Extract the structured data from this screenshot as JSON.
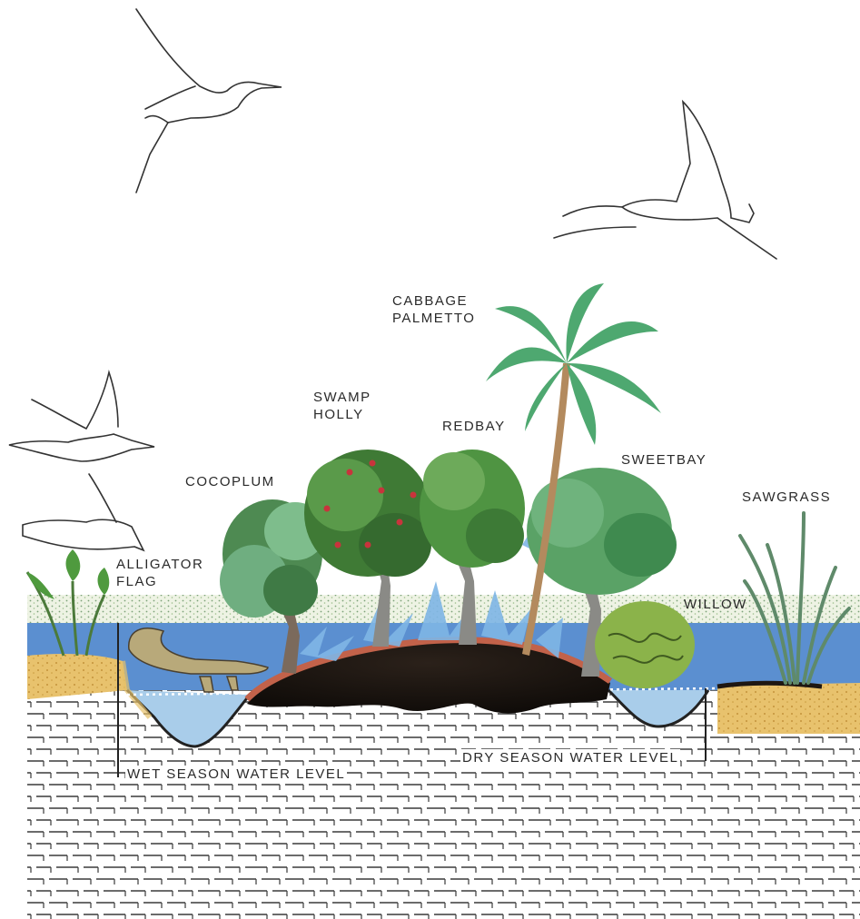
{
  "labels": {
    "cabbage_palmetto": [
      "CABBAGE",
      "PALMETTO"
    ],
    "swamp_holly": [
      "SWAMP",
      "HOLLY"
    ],
    "redbay": "REDBAY",
    "sweetbay": "SWEETBAY",
    "cocoplum": "COCOPLUM",
    "sawgrass": "SAWGRASS",
    "alligator_flag": [
      "ALLIGATOR",
      "FLAG"
    ],
    "willow": "WILLOW",
    "wet_season_water_level": "WET SEASON WATER LEVEL",
    "dry_season_water_level": "DRY SEASON WATER LEVEL"
  },
  "colors": {
    "water": "#5b8fd0",
    "water_low": "#a9cdea",
    "peat": "#1e1712",
    "soil_rim": "#c2624a",
    "marl": "#e6c06a",
    "limestone_line": "#3a3a3a",
    "foliage_dark": "#3f7a35",
    "foliage_light": "#86bf86",
    "palm": "#4ea870",
    "fern": "#7fb6e6",
    "holly_berry": "#c8343c"
  },
  "icons": [
    "egret-icon",
    "alligator-icon",
    "palm-icon",
    "tree-icon",
    "sawgrass-icon",
    "alligator-flag-icon"
  ]
}
